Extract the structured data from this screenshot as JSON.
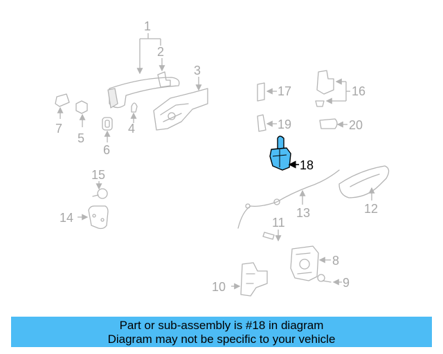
{
  "callouts": {
    "n1": "1",
    "n2": "2",
    "n3": "3",
    "n4": "4",
    "n5": "5",
    "n6": "6",
    "n7": "7",
    "n8": "8",
    "n9": "9",
    "n10": "10",
    "n11": "11",
    "n12": "12",
    "n13": "13",
    "n14": "14",
    "n15": "15",
    "n16": "16",
    "n17": "17",
    "n18": "18",
    "n19": "19",
    "n20": "20"
  },
  "highlight_part": "18",
  "colors": {
    "highlight": "#4dbcf5",
    "ghost": "#b4b4b4",
    "banner": "#4dbcf5"
  },
  "banner": {
    "line1": "Part or sub-assembly is #18 in diagram",
    "line2": "Diagram may not be specific to your vehicle"
  }
}
